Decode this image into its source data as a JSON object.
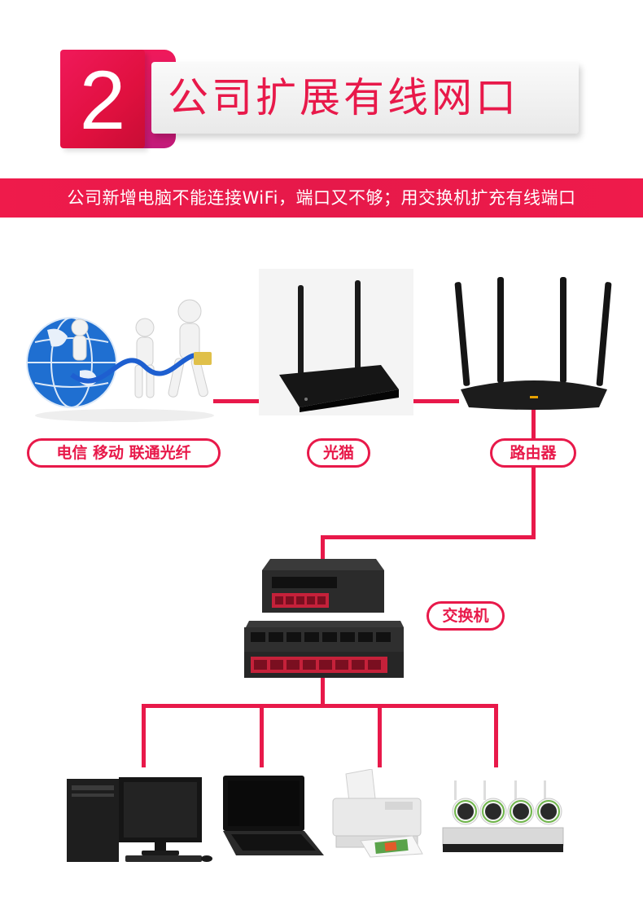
{
  "header": {
    "number": "2",
    "title": "公司扩展有线网口"
  },
  "subtitle": "公司新增电脑不能连接WiFi，端口又不够；用交换机扩充有线端口",
  "labels": {
    "isp": "电信  移动 联通光纤",
    "modem": "光猫",
    "router": "路由器",
    "switch": "交换机"
  },
  "colors": {
    "accent": "#e8194a",
    "banner": "#ef1b4b"
  }
}
